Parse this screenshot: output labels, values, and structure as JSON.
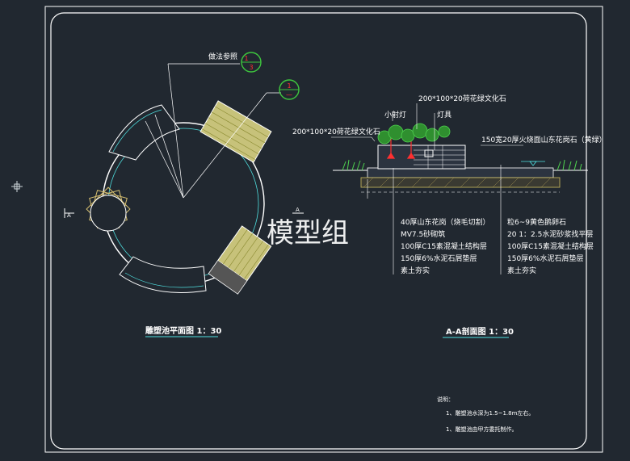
{
  "plan": {
    "title": "雕塑池平面图 1：30",
    "detail_ref_label": "做法参照",
    "bubble_1_top": "1",
    "bubble_1_bottom": "3",
    "bubble_2_top": "1",
    "bubble_2_bottom": "—",
    "section_marker_a": "A",
    "section_marker_b": "A"
  },
  "section": {
    "title": "A-A剖面图 1：30",
    "label_stone_top": "200*100*20荷花绿文化石",
    "label_stone_left": "200*100*20荷花绿文化石",
    "label_spotlight": "小射灯",
    "label_lamp": "灯具",
    "label_pebble": "150宽20厚火烧面山东花岗石（黄绿）",
    "left_layers": [
      "40厚山东花岗（烧毛切割）",
      "MV7.5砂砌筑",
      "100厚C15素混凝土结构层",
      "150厚6%水泥石屑垫层",
      "素土夯实"
    ],
    "right_layers": [
      "粒6~9黄色鹅卵石",
      "20 1：2.5水泥砂浆找平层",
      "100厚C15素混凝土结构层",
      "150厚6%水泥石屑垫层",
      "素土夯实"
    ]
  },
  "notes": {
    "heading": "说明：",
    "items": [
      "1、雕塑池水深为1.5~1.8m左右。",
      "1、雕塑池由甲方委托制作。"
    ]
  },
  "watermark": "模型组",
  "colors": {
    "background": "#212830",
    "frame": "#ffffff",
    "pool_ring": "#ffffff",
    "planter_fill": "#d8cf86",
    "planter_hatch": "#b8c060",
    "cyan": "#4fe0e0",
    "red": "#ff3030",
    "green": "#3ec63e",
    "yellow": "#e0d060"
  }
}
